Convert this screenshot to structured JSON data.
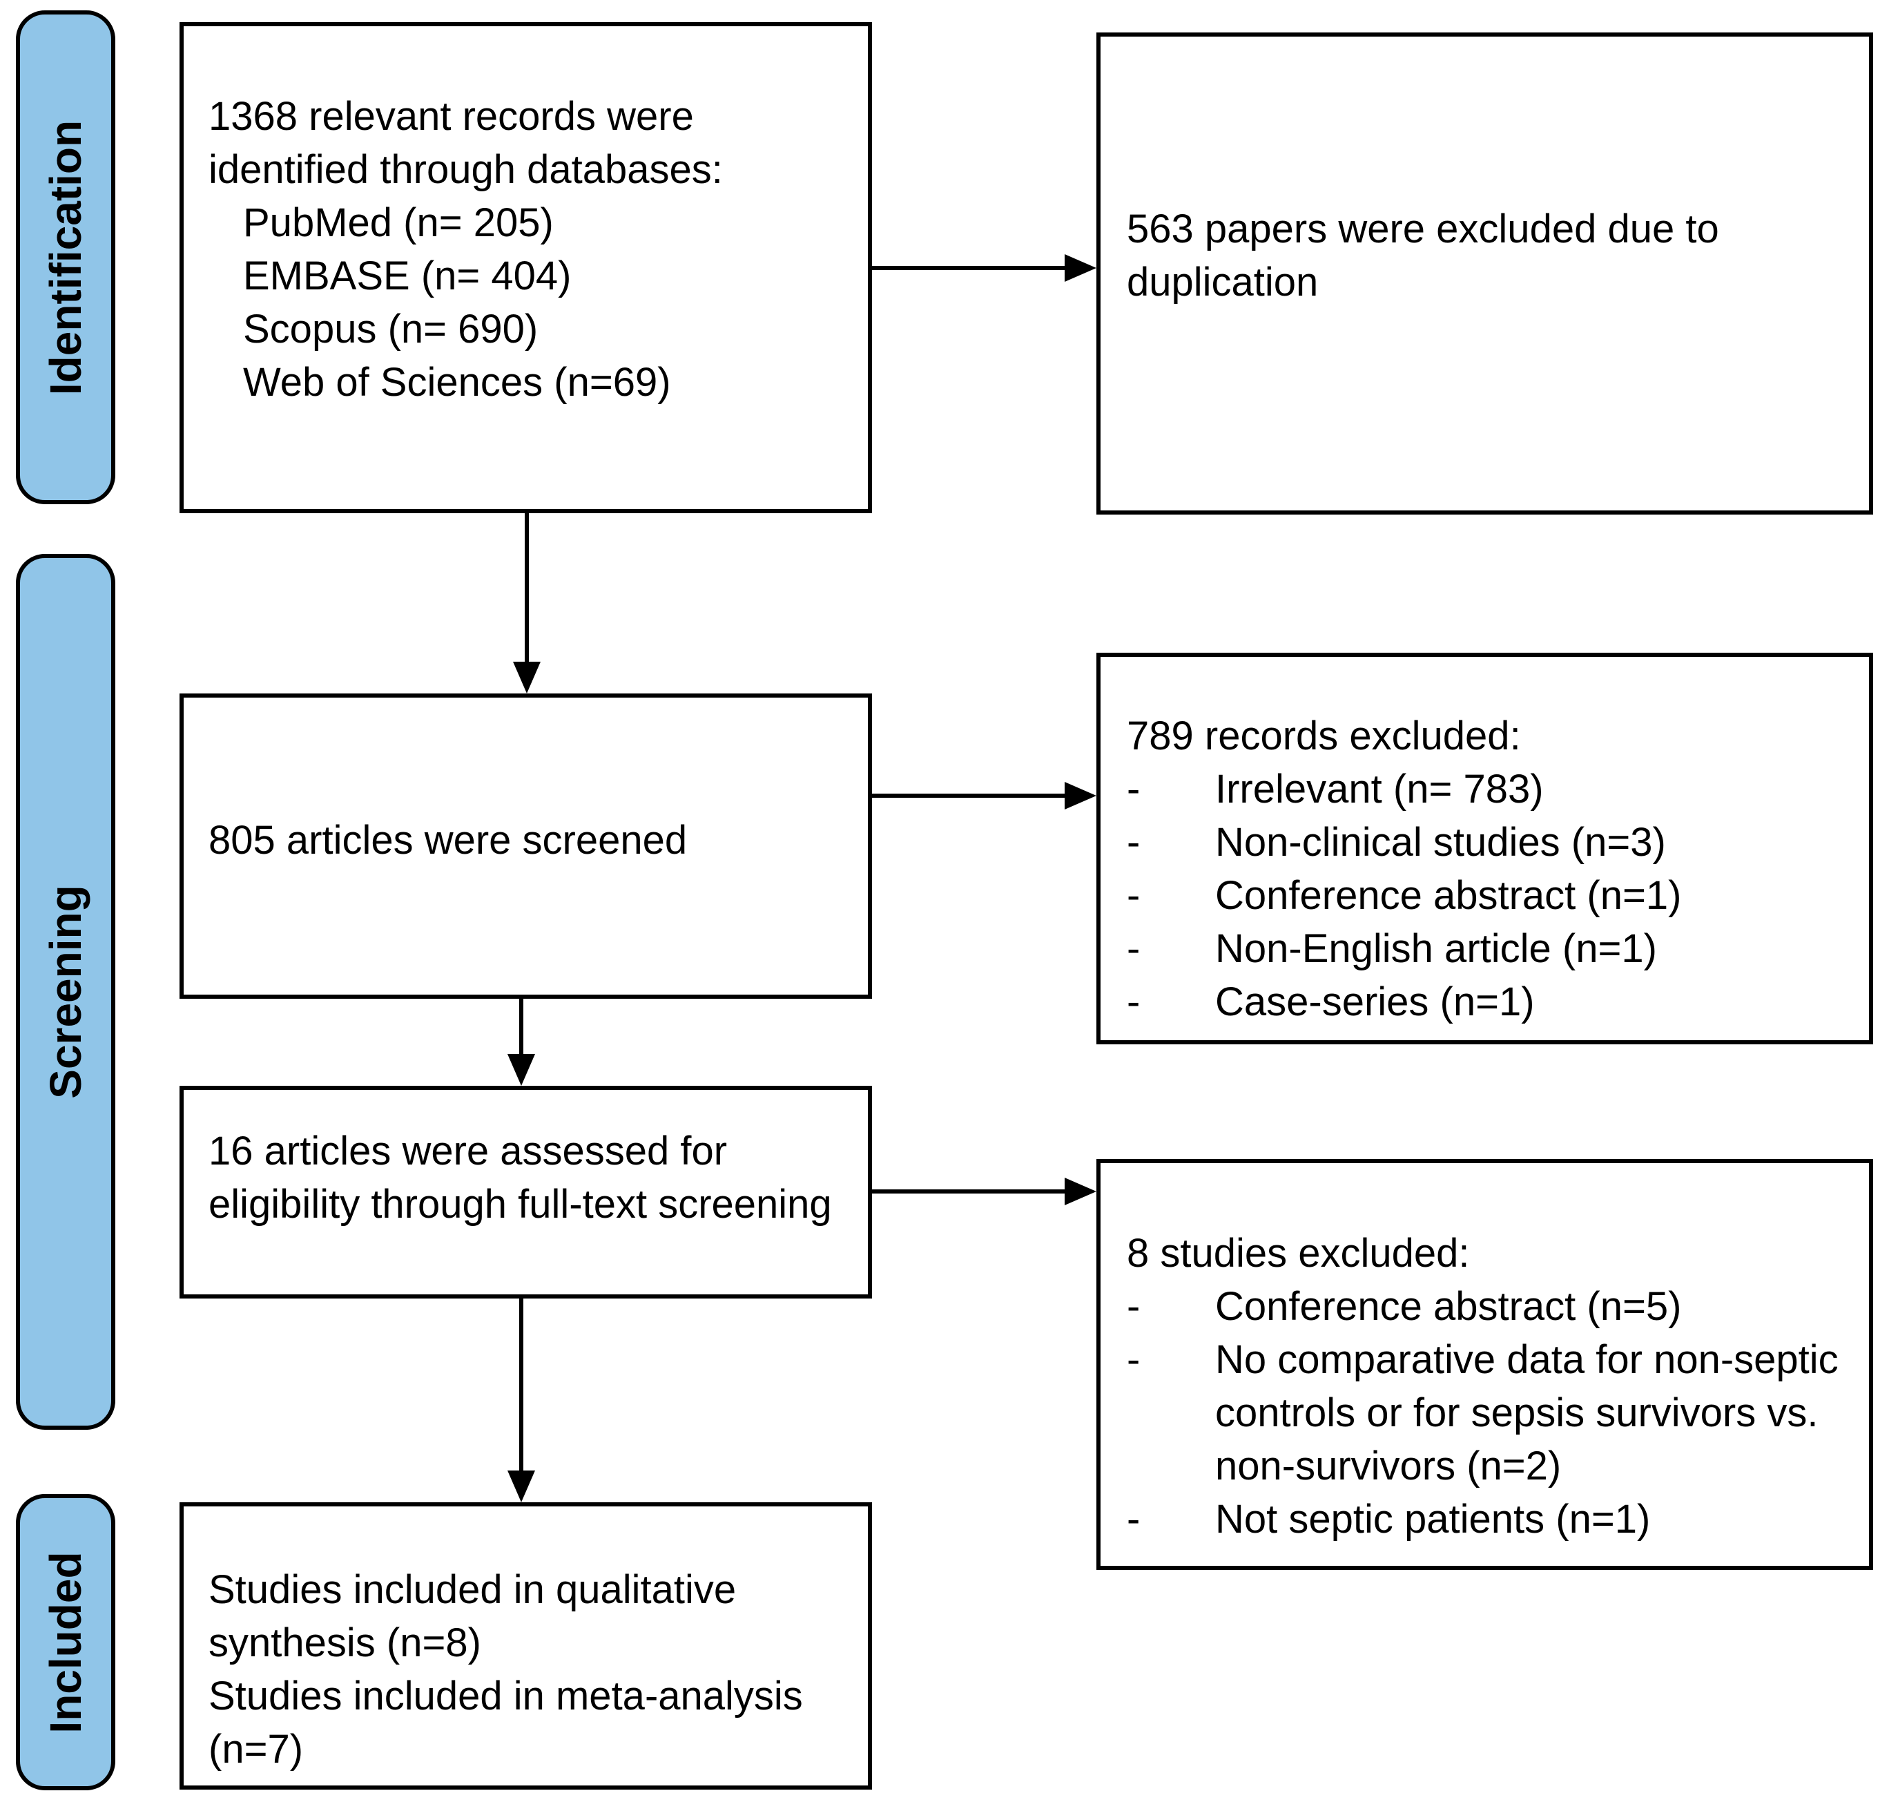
{
  "palette": {
    "tab_fill": "#90C5E8",
    "border": "#000000",
    "background": "#FFFFFF"
  },
  "bullet_char": "-",
  "stages": [
    {
      "label": "Identification"
    },
    {
      "label": "Screening"
    },
    {
      "label": "Included"
    }
  ],
  "flow": {
    "records_identified": {
      "line1": "1368 relevant records were",
      "line2": "identified through databases:",
      "databases": [
        "PubMed (n= 205)",
        "EMBASE (n= 404)",
        "Scopus (n= 690)",
        "Web of Sciences (n=69)"
      ]
    },
    "screened": {
      "text": "805 articles were screened"
    },
    "fulltext": {
      "line1": "16 articles were assessed for",
      "line2": "eligibility through full-text screening"
    },
    "included": {
      "line1": "Studies included in qualitative",
      "line2": "synthesis (n=8)",
      "line3": "Studies included in meta-analysis",
      "line4": "(n=7)"
    }
  },
  "exclusions": {
    "duplication": {
      "line1": "563 papers were excluded due to",
      "line2": "duplication"
    },
    "screening": {
      "heading": "789 records excluded:",
      "items": [
        "Irrelevant (n= 783)",
        "Non-clinical studies (n=3)",
        "Conference abstract (n=1)",
        "Non-English article (n=1)",
        "Case-series (n=1)"
      ]
    },
    "fulltext": {
      "heading": "8 studies excluded:",
      "item1": "Conference abstract (n=5)",
      "item2_lines": [
        "No comparative data for non-septic",
        "controls or for sepsis survivors vs.",
        "non-survivors (n=2)"
      ],
      "item3": "Not septic patients (n=1)"
    }
  }
}
